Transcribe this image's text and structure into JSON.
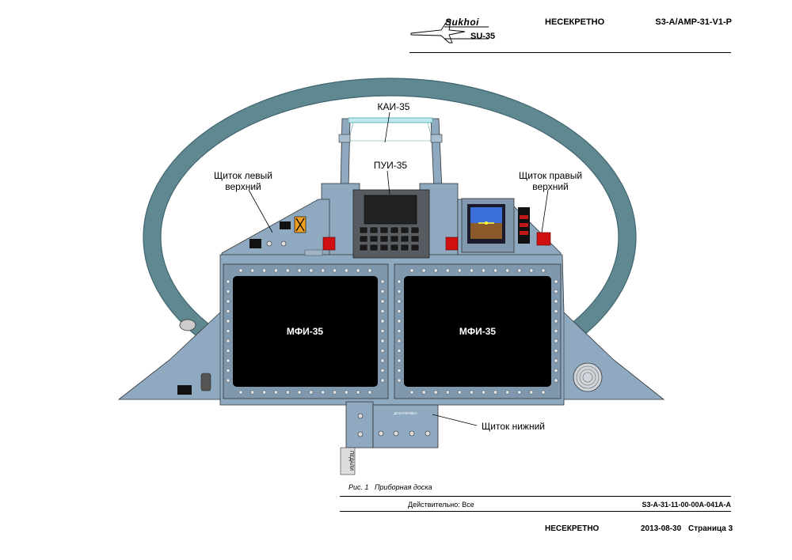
{
  "header": {
    "logo_brand": "Sukhoi",
    "logo_model": "SU-35",
    "classification": "НЕСЕКРЕТНО",
    "doc_code": "S3-A/AMP-31-V1-P"
  },
  "callouts": {
    "kai": "КАИ-35",
    "pui": "ПУИ-35",
    "left_panel_line1": "Щиток левый",
    "left_panel_line2": "верхний",
    "right_panel_line1": "Щиток правый",
    "right_panel_line2": "верхний",
    "lower_panel": "Щиток нижний"
  },
  "displays": {
    "mfd_left": "МФИ-35",
    "mfd_right": "МФИ-35"
  },
  "panel_labels": {
    "pedals": "ПЕДАЛИ",
    "refuel": "ДОЗАПРАВКА"
  },
  "figure": {
    "number": "Рис. 1",
    "title": "Приборная доска"
  },
  "footer": {
    "applicability": "Действительно:  Все",
    "dmc": "S3-A-31-11-00-00A-041A-A",
    "classification": "НЕСЕКРЕТНО",
    "date": "2013-08-30",
    "page": "Страница  3"
  },
  "colors": {
    "panel": "#8faac0",
    "panel_dark": "#6f8aa2",
    "canopy_ring": "#5f8890",
    "hud_glass": "#bfe8f0",
    "screen": "#000000",
    "warning_red": "#d01010"
  }
}
